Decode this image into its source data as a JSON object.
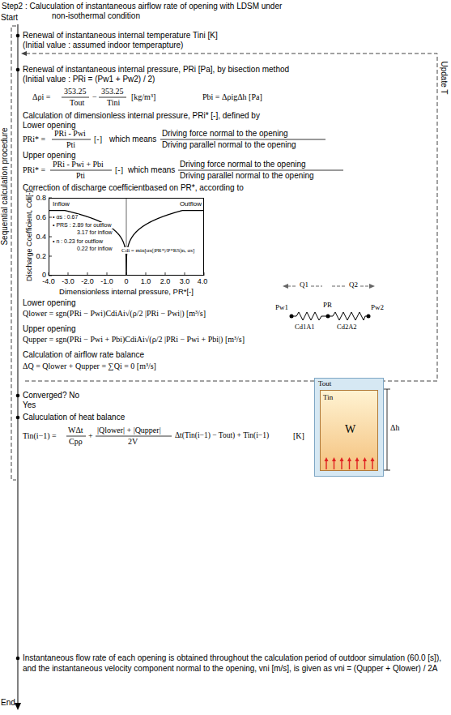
{
  "diagram": {
    "title": "Step2 : Caluculation of instantaneous airflow rate of opening with LDSM under non-isothermal condition",
    "nodes": [
      {
        "text": [
          "Inflow",
          "Outflow",
          "• αs : 0.67",
          "• PRS : 2.89 for outflow",
          "3.17 for inflow",
          "• n : 0.23 for outflow",
          "0.22 for inflow",
          "Cdi = min[αs(|PR*|/P*RS)n, αs]"
        ]
      },
      {
        "text": [
          "Tout"
        ]
      },
      {
        "text": [
          "Tin",
          "W"
        ],
        "in": 1
      }
    ],
    "labels": [
      "Start",
      "Renewal of instantaneous internal temperature Tini [K]",
      "(Initial value : assumed indoor temperapture)",
      "Renewal of instantaneous internal pressure, PRi [Pa], by bisection method",
      "(Initial value : PRi = (Pw1 + Pw2) / 2)",
      "Δρi =",
      "353.25",
      "Tout",
      "−",
      "353.25",
      "Tini",
      "[kg/m³]",
      "Pbi = ΔρigΔh [Pa]",
      "Calculation of dimensionless internal pressure, PRi* [-], defined by",
      "Lower opening",
      "PRi* =",
      "PRi - Pwi",
      "Pti",
      "[-]",
      "which means",
      "Driving force normal to the opening",
      "Driving parallel normal to the opening",
      "Upper opening",
      "PRi* =",
      "PRi - Pwi + Pbi",
      "Pti",
      "[-]",
      "which means",
      "Driving force normal to the opening",
      "Driving parallel normal to the opening",
      "Correction of discharge coefficientbased on PR*, according to",
      "0.8",
      "0.6",
      "0.4",
      "0.2",
      "0",
      "-4.0",
      "-3.0",
      "-2.0",
      "-1.0",
      "0",
      "1.0",
      "2.0",
      "3.0",
      "4.0",
      "Discharge Coefficient, Cdi[-]",
      "Dimensionless internal pressure, PR*[-]",
      "Lower opening",
      "Qlower = sgn(PRi − Pwi)CdiAi√(ρ/2 |PRi − Pwi|)  [m³/s]",
      "Upper opening",
      "Qupper = sgn(PRi − Pwi + Pbi)CdiAi√(ρ/2 |PRi − Pwi + Pbi|)  [m³/s]",
      "Q1",
      "Q2",
      "Pw1",
      "PR",
      "Pw2",
      "Cd1A1",
      "Cd2A2",
      "Calculation of airflow rate balance",
      "ΔQ = Qlower + Qupper = ∑Qi = 0  [m³/s]",
      "Converged? No",
      "Yes",
      "Caluculation of heat balance",
      "Tin(i−1) =",
      "WΔt",
      "Cpρ",
      "+",
      "|Qlower| + |Qupper|",
      "2V",
      "Δt(Tin(i−1) − Tout) + Tin(i−1)",
      "[K]",
      "Sequential calculation procedure",
      "Update T",
      "Δh",
      "Instantaneous flow rate of each opening is obtained throughout the calculation period of outdoor simulation (60.0 [s]), and the instantaneous velocity component normal to the opening, vni [m/s], is given as vni = (Qupper + Qlower) / 2A",
      "End"
    ]
  }
}
